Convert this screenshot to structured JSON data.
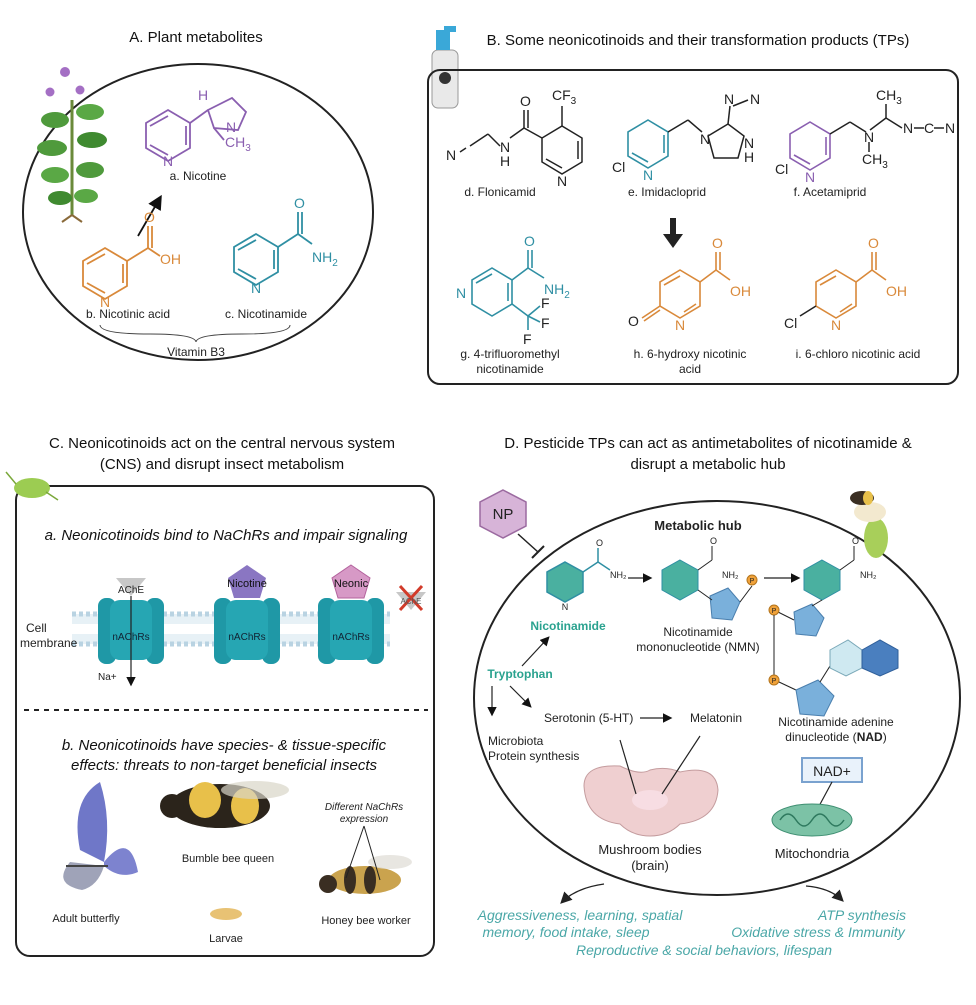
{
  "panel_a": {
    "title": "A. Plant metabolites",
    "nicotine": "a. Nicotine",
    "nicotinic_acid": "b. Nicotinic acid",
    "nicotinamide": "c. Nicotinamide",
    "vitamin": "Vitamin B3"
  },
  "panel_b": {
    "title": "B. Some neonicotinoids and their transformation products (TPs)",
    "flonicamid": "d. Flonicamid",
    "imidacloprid": "e. Imidacloprid",
    "acetamiprid": "f. Acetamiprid",
    "tp_g_1": "g. 4-trifluoromethyl",
    "tp_g_2": "nicotinamide",
    "tp_h_1": "h. 6-hydroxy nicotinic",
    "tp_h_2": "acid",
    "tp_i": "i. 6-chloro nicotinic acid"
  },
  "panel_c": {
    "title_1": "C. Neonicotinoids act on the central nervous system",
    "title_2": "(CNS) and disrupt insect metabolism",
    "sub_a": "a. Neonicotinoids bind to NaChRs and impair signaling",
    "ache": "AChE",
    "nicotine": "Nicotine",
    "neonic": "Neonic",
    "receptor": "nAChRs",
    "cell_membrane_1": "Cell",
    "cell_membrane_2": "membrane",
    "na": "Na+",
    "sub_b_1": "b. Neonicotinoids have species- & tissue-specific",
    "sub_b_2": "effects: threats to non-target beneficial insects",
    "bumble": "Bumble bee queen",
    "nachrs_expr_1": "Different NaChRs",
    "nachrs_expr_2": "expression",
    "butterfly": "Adult butterfly",
    "larvae": "Larvae",
    "honeybee": "Honey bee worker"
  },
  "panel_d": {
    "title_1": "D. Pesticide TPs can act as antimetabolites of nicotinamide &",
    "title_2": "disrupt a metabolic hub",
    "np": "NP",
    "hub": "Metabolic hub",
    "nicotinamide": "Nicotinamide",
    "nmn_1": "Nicotinamide",
    "nmn_2": "mononucleotide (NMN)",
    "tryptophan": "Tryptophan",
    "serotonin": "Serotonin (5-HT)",
    "melatonin": "Melatonin",
    "nad_1": "Nicotinamide adenine",
    "nad_2a": "dinucleotide (",
    "nad_2b": "NAD",
    "nad_2c": ")",
    "microbiota": "Microbiota",
    "protein": "Protein synthesis",
    "nadplus": "NAD+",
    "mushroom_1": "Mushroom bodies",
    "mushroom_2": "(brain)",
    "mito": "Mitochondria",
    "effect_1": "Aggressiveness, learning, spatial",
    "effect_2": "memory, food intake, sleep",
    "effect_3": "ATP synthesis",
    "effect_4": "Oxidative stress & Immunity",
    "effect_5": "Reproductive & social behaviors, lifespan"
  },
  "atoms": {
    "N": "N",
    "H": "H",
    "O": "O",
    "OH": "OH",
    "NH2": "NH",
    "sub2": "2",
    "CH3": "CH",
    "sub3": "3",
    "CF3": "CF",
    "Cl": "Cl",
    "F": "F",
    "P": "P",
    "NH2_small": "NH₂"
  },
  "colors": {
    "purple": "#8a5fb0",
    "orange": "#d9893a",
    "teal": "#2f8fa3",
    "green_teal": "#2aa28f",
    "receptor": "#1f98a6",
    "nad_blue": "#7ab0db",
    "text_teal": "#4aa7a7",
    "np_fill": "#d7b4d8"
  }
}
